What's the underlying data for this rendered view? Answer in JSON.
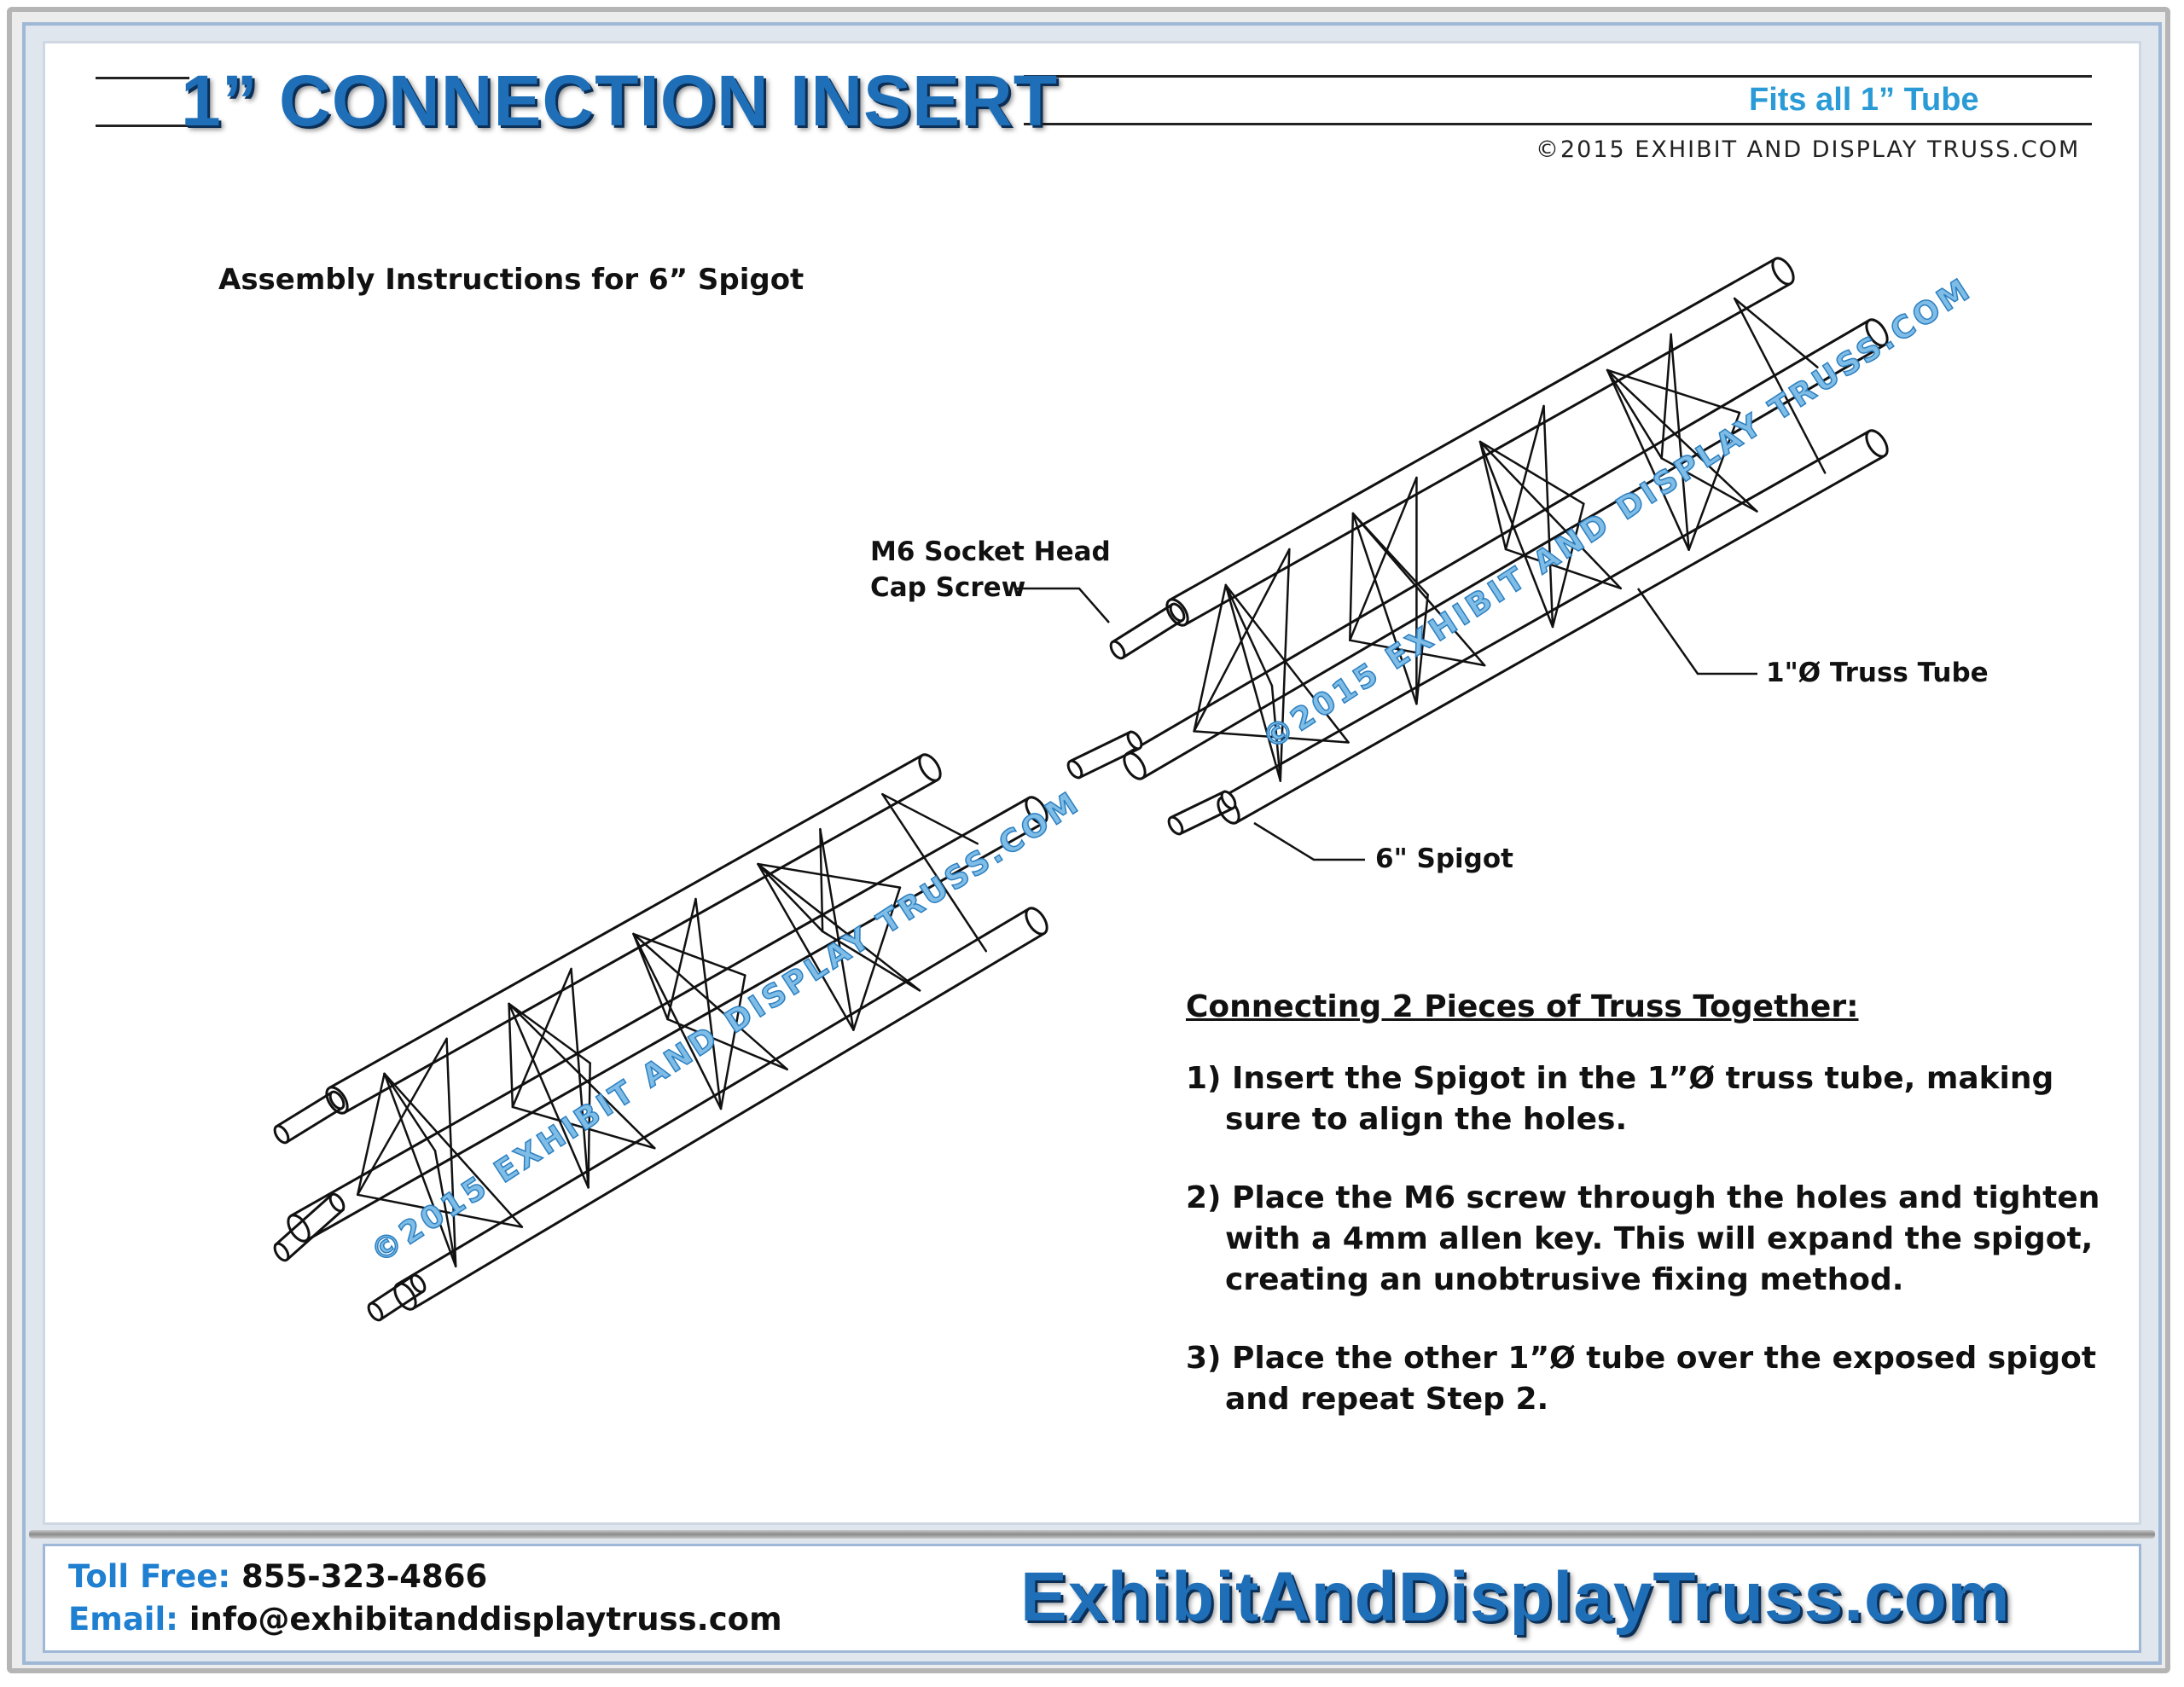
{
  "header": {
    "title": "1” CONNECTION INSERT",
    "subtitle": "Fits all 1” Tube",
    "copyright": "©2015 EXHIBIT AND DISPLAY TRUSS.COM"
  },
  "heading": "Assembly Instructions for 6” Spigot",
  "callouts": {
    "screw_line1": "M6 Socket Head",
    "screw_line2": "Cap Screw",
    "truss_tube": "1\"Ø Truss Tube",
    "spigot": "6\" Spigot"
  },
  "watermark": "©2015 EXHIBIT AND DISPLAY TRUSS.COM",
  "instructions": {
    "heading": "Connecting 2 Pieces of Truss Together:",
    "steps": [
      {
        "line1": "1) Insert the Spigot in the 1”Ø truss tube, making",
        "line2": "sure to align the holes."
      },
      {
        "line1": "2) Place the M6 screw through the holes and tighten",
        "line2": "with a 4mm allen key. This will expand the spigot,",
        "line3": "creating an unobtrusive fixing method."
      },
      {
        "line1": "3) Place the other 1”Ø tube over the exposed spigot",
        "line2": "and repeat Step 2."
      }
    ]
  },
  "footer": {
    "toll_free_label": "Toll Free:",
    "toll_free_value": "855-323-4866",
    "email_label": "Email:",
    "email_value": "info@exhibitanddisplaytruss.com",
    "brand": "ExhibitAndDisplayTruss.com"
  }
}
